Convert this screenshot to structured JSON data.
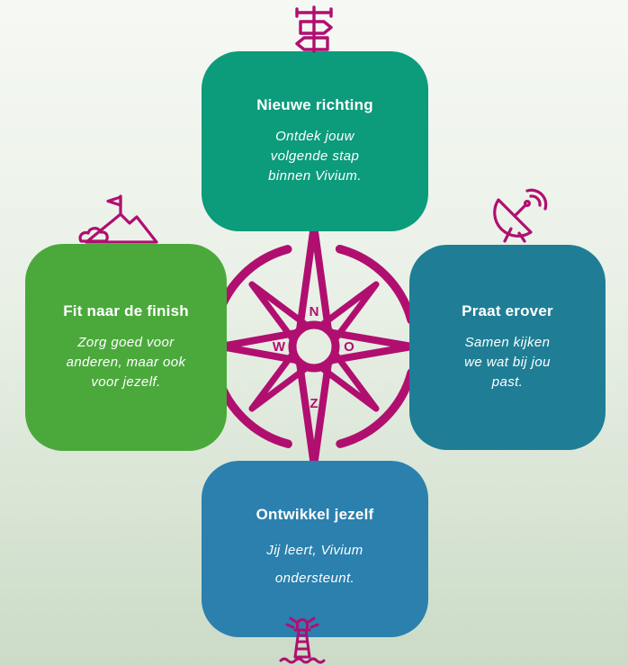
{
  "compass": {
    "letters": {
      "north": "N",
      "east": "O",
      "south": "Z",
      "west": "W"
    }
  },
  "cards": {
    "top": {
      "title": "Nieuwe richting",
      "body": "Ontdek jouw\nvolgende stap\nbinnen Vivium.",
      "icon": "signpost-icon",
      "color": "#0C9B7B"
    },
    "left": {
      "title": "Fit naar de finish",
      "body": "Zorg goed voor\nanderen, maar ook\nvoor jezelf.",
      "icon": "mountain-flag-icon",
      "color": "#4BA93C"
    },
    "right": {
      "title": "Praat erover",
      "body": "Samen kijken\nwe wat bij jou\npast.",
      "icon": "satellite-dish-icon",
      "color": "#1F7E96"
    },
    "bottom": {
      "title": "Ontwikkel jezelf",
      "body": "Jij leert, Vivium\nondersteunt.",
      "icon": "lighthouse-icon",
      "color": "#2B80AE"
    }
  },
  "colors": {
    "accent": "#B00F70",
    "background_top": "#F6F8F4",
    "background_bottom": "#CBDBC7",
    "text": "#FFFFFF"
  }
}
